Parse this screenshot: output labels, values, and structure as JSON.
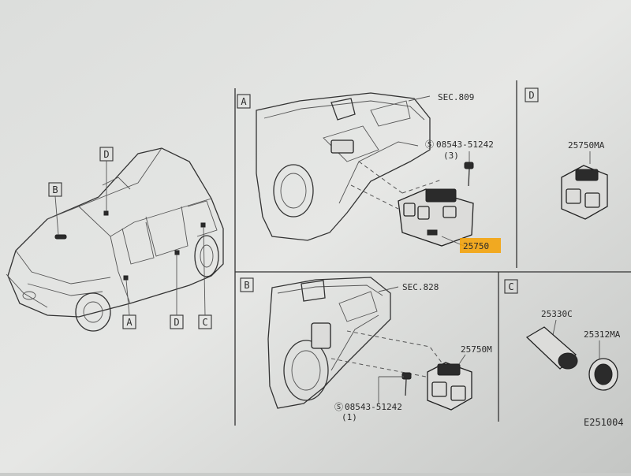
{
  "panels": {
    "a": {
      "letter": "A",
      "ref_top": "SEC.809",
      "bolt_part": "08543-51242",
      "bolt_qty": "(3)",
      "part_main": "25750",
      "highlight_color": "#f4a000"
    },
    "b": {
      "letter": "B",
      "ref_top": "SEC.828",
      "part_main": "25750M",
      "bolt_part": "08543-51242",
      "bolt_qty": "(1)"
    },
    "c": {
      "letter": "C",
      "part_socket": "25330C",
      "part_cap": "25312MA"
    },
    "d": {
      "letter": "D",
      "part_main": "25750MA"
    }
  },
  "car_callouts": {
    "a": "A",
    "b": "B",
    "c": "C",
    "d_top": "D",
    "d_bottom": "D"
  },
  "drawing_code": "E251004"
}
